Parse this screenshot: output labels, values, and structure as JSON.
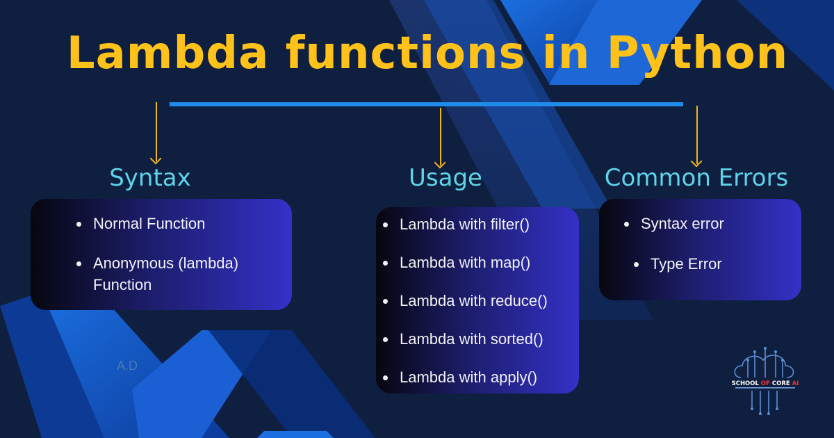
{
  "title": "Lambda functions in Python",
  "sections": [
    {
      "heading": "Syntax",
      "items": [
        "Normal Function",
        "Anonymous (lambda) Function"
      ]
    },
    {
      "heading": "Usage",
      "items": [
        "Lambda with filter()",
        "Lambda with map()",
        "Lambda with reduce()",
        "Lambda with sorted()",
        "Lambda with apply()"
      ]
    },
    {
      "heading": "Common Errors",
      "items": [
        "Syntax error",
        "Type Error"
      ]
    }
  ],
  "watermark": "A.D",
  "logo": {
    "line1_a": "SCHOOL ",
    "line1_b": "OF",
    "line1_c": " CORE ",
    "line1_d": "AI"
  },
  "colors": {
    "title": "#ffc21a",
    "heading": "#5fd3e8",
    "arrow": "#f2b619",
    "connector": "#1f8bea",
    "background": "#0f1f3f"
  }
}
